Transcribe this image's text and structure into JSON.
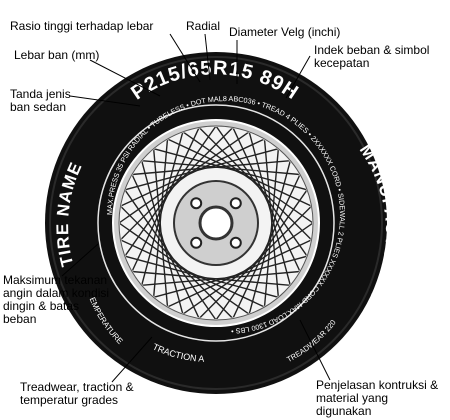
{
  "labels": {
    "aspect_ratio": "Rasio tinggi terhadap lebar",
    "radial": "Radial",
    "rim_diameter": "Diameter Velg (inchi)",
    "tire_width": "Lebar ban (mm)",
    "load_speed": "Indek beban & simbol kecepatan",
    "tire_type": "Tanda jenis ban sedan",
    "max_pressure": "Maksimum tekanan angin dalam kondisi dingin & batas beban",
    "treadwear": "Treadwear, traction & temperatur grades",
    "construction": "Penjelasan kontruksi & material yang digunakan"
  },
  "tire": {
    "size_code": "P215/65R15 89H",
    "name_left": "TIRE NAME",
    "name_right": "MANUFACTURER",
    "sidewall_inner": "MAX.PRESS 35 PSI RADIAL • TUBELESS • DOT MAL8 ABC036 • TREAD 4 PLIES • 2XXXXXX CORD • SIDEWALL 2 PLIES XXXXXX CORD MAX.LOAD 1300 LBS •",
    "traction": "TRACTION A",
    "temperature": "TEMPERATURE A",
    "treadwear": "TREADWEAR 220"
  }
}
